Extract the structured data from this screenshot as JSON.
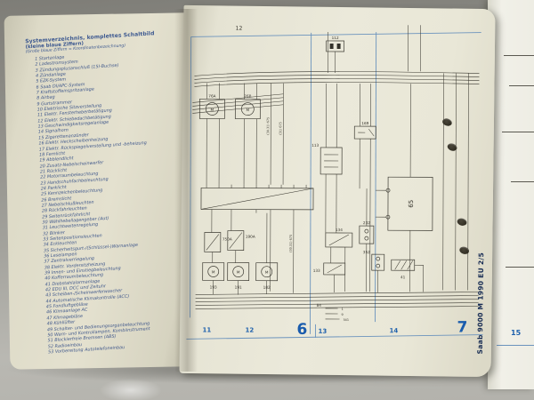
{
  "left_page": {
    "header": {
      "line1": "Systemverzeichnis, komplettes Schaltbild",
      "line2": "(kleine blaue Ziffern)",
      "line3": "(Große blaue Ziffern = Koordinatenbezeichnung)"
    },
    "items": [
      "1  Startanlage",
      "2  Ladestromsystem",
      "3  Zündungsplusanschluß (15I-Buchse)",
      "4  Zündanlage",
      "5  EZK-System",
      "6  Saab DI/APC-System",
      "7  Kraftstoffeinspritzanlage",
      "8  Airbag",
      "9  Gurtstrammer",
      "10  Elektrische Sitzverstellung",
      "11  Elektr. Fensterheberbetätigung",
      "12  Elektr. Schiebedachbetätigung",
      "13  Geschwindigkeitsregelanlage",
      "14  Signalhorn",
      "15  Zigarettenanzünder",
      "16  Elektr. Heckscheibenheizung",
      "17  Elektr. Rückspiegelverstellung und -beheizung",
      "18  Fernlicht",
      "19  Abblendlicht",
      "20  Zusatz-Nebelscheinwerfer",
      "21  Rücklicht",
      "22  Motorraumbeleuchtung",
      "23  Handschuhfachbeleuchtung",
      "24  Parklicht",
      "25  Kennzeichenbeleuchtung",
      "26  Bremslicht",
      "27  Nebelschlußleuchten",
      "28  Rückfahrleuchten",
      "29  Seitenrückfahrlicht",
      "30  Wählhebellagengeber (Aut)",
      "31  Leuchtweitenregelung",
      "32  Blinker",
      "33  Seitenpositionsleuchten",
      "34  Eckleuchten",
      "35  Sicherheitsgurt-/(Schlüssel-)Warnanlage",
      "36  Leselampen",
      "37  Zentralverriegelung",
      "38  Elektr. Vordersitzheizung",
      "39  Innen- und Einstiegbeleuchtung",
      "40  Kofferraumbeleuchtung",
      "41  Diebstahlalarmanlage",
      "42  EDU III, DCC und Zeituhr",
      "43  Scheiben-/Scheinwerferwascher",
      "44  Automatische Klimakontrolle (ACC)",
      "45  Fondluftgebläse",
      "46  Klimaanlage AC",
      "47  Klimagebläse",
      "48  Kühllüfter",
      "49  Schalter- und Bedienungsorganbeleuchtung",
      "50  Warn- und Kontrollampen, Kombiinstrument",
      "51  Blockierfreie Bremsen (ABS)",
      "52  Radioeinbau",
      "53  Vorbereitung Autotelefoneinbau"
    ]
  },
  "diagram": {
    "page_number_top": "12",
    "spine_text": "Saab 9000 M 1990 EU 2/5",
    "coords": {
      "c11": "11",
      "c12": "12",
      "c13": "13",
      "c14": "14",
      "next_page": "15"
    },
    "coords_big": {
      "b6": "6",
      "b7": "7"
    },
    "labels": {
      "m76a": "76A",
      "m76b": "76B",
      "m_letter": "M",
      "c112": "112",
      "c113": "113",
      "c169": "169",
      "c232": "232",
      "c134": "134",
      "c133": "133",
      "c65": "65",
      "c352": "352",
      "c41": "41",
      "sw750a": "750A",
      "sw190a": "190A",
      "m193": "193",
      "m191": "191",
      "m182": "182",
      "c84": "84",
      "p1": "1",
      "p9": "9",
      "p341": "341"
    },
    "wire_labels": {
      "w1": "(30.31) 675",
      "w2": "(31) 675",
      "w3": "(30.31) 675"
    }
  }
}
